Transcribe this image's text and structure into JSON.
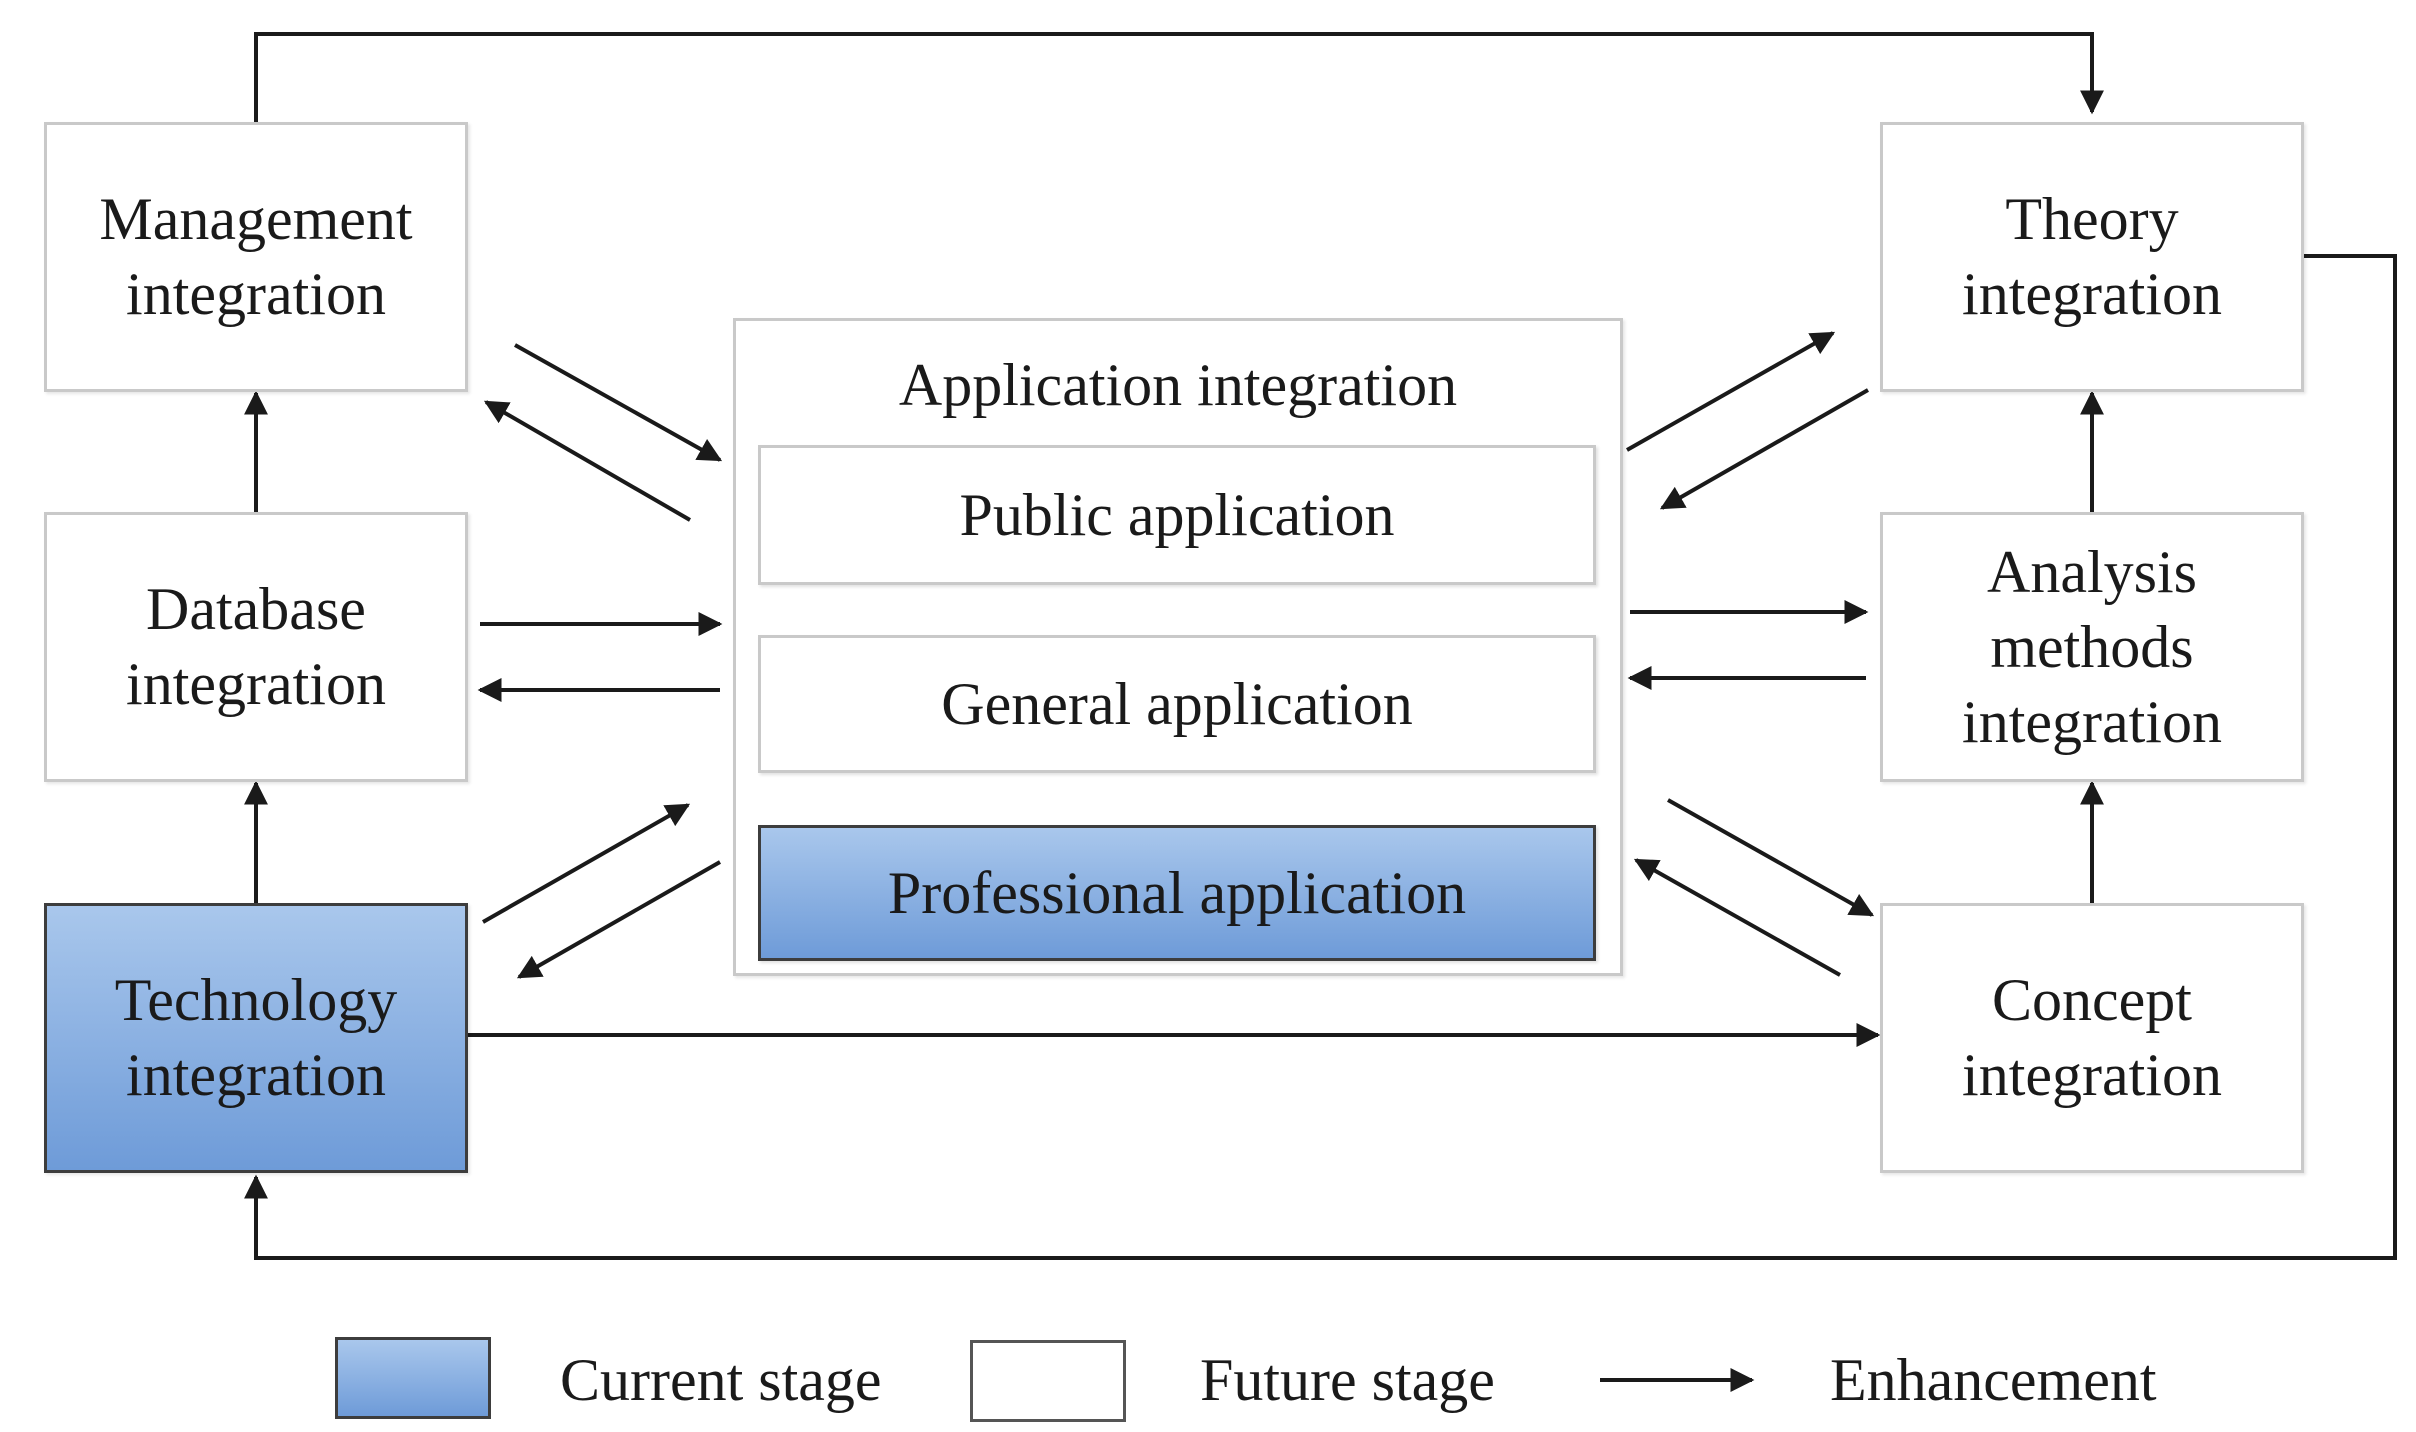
{
  "nodes": {
    "management": "Management\nintegration",
    "database": "Database\nintegration",
    "technology": "Technology\nintegration",
    "theory": "Theory\nintegration",
    "analysis": "Analysis\nmethods\nintegration",
    "concept": "Concept\nintegration"
  },
  "application": {
    "title": "Application integration",
    "public": "Public application",
    "general": "General application",
    "professional": "Professional application"
  },
  "legend": {
    "current": "Current stage",
    "future": "Future stage",
    "enhancement": "Enhancement"
  },
  "colors": {
    "current_stage_light": "#a9c7ec",
    "current_stage_dark": "#6e9bd8",
    "arrow": "#1a1a1a",
    "box_border": "#c9c9c9"
  }
}
